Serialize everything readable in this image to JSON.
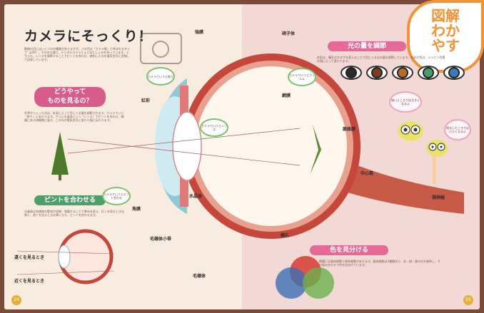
{
  "spread": {
    "title": "カメラにそっくり！",
    "intro": "動物の目にはいくつかの種類がありますが、人の目は「カメラ眼」と呼ばれるタイプ（p39）。その名の通り、デジタルカメラとよく似たしくみを持っています。どちらも、レンズを調節することでピントを合わせ、感知した光を電気信号に変換して記録しています。",
    "section_how": {
      "line1": "どうやって",
      "line2": "ものを見るの？"
    },
    "section_how_text": "外界から入った光は、虹彩によって目に入る量を調節されます。カメラでいう「絞り」にあたります。さらに水晶体という「レンズ」でピントを合わせ、網膜にある視細胞に届き、この光が電気信号に変わり脳に伝わります。",
    "section_focus": "ピントを合わせる",
    "section_focus_text": "水晶体は毛様体の筋肉が収縮・弛緩することで厚みを変え、近くを見るときは厚く、遠くを見るときは薄くなり、ピントを合わせます。",
    "far_label": "遠くを見るとき",
    "near_label": "近くを見るとき",
    "page_left": "24",
    "page_right": "25",
    "speech_text": [
      "図解",
      "わか",
      "やす"
    ],
    "section_light": "光の量を調節",
    "section_light_text": "虹彩は、瞳孔の大きさを変えることで目に入る光の量を調節しています。虹彩の色は、メラニン色素の量によって変わります。",
    "section_color": "色を見分ける",
    "section_color_text": "網膜には錐体細胞と桿体細胞があります。錐体細胞は3種類あり、赤・緑・青の光を感知し、その組み合わせで色を見分けています。",
    "labels": {
      "cornea": "角膜",
      "iris": "虹彩",
      "pupil": "瞳孔",
      "lens": "水晶体",
      "ciliary": "毛様体",
      "zonule": "毛様体小帯",
      "retina": "網膜",
      "choroid": "脈絡膜",
      "sclera": "強膜",
      "fovea": "中心窩",
      "optic_nerve": "視神経",
      "vitreous": "硝子体"
    },
    "bubbles": {
      "b1": "カメラでいうと絞り",
      "b2": "カメラでいうとレンズ",
      "b3": "カメラでいうとフィルム",
      "b4": "カメラでいうとピント合わせ",
      "b5": "暗いところでは大きくなるよ",
      "b6": "明るいところでは小さくなるよ"
    }
  }
}
